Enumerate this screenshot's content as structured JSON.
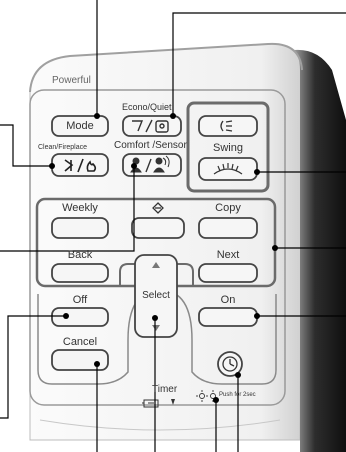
{
  "remote": {
    "brand_label": "Powerful",
    "mode_label": "Mode",
    "econo_quiet_label": "Econo/Quiet",
    "clean_fireplace_label": "Clean/Fireplace",
    "comfort_sensor_label": "Comfort /Sensor",
    "swing_label": "Swing",
    "weekly_label": "Weekly",
    "copy_label": "Copy",
    "back_label": "Back",
    "next_label": "Next",
    "select_label": "Select",
    "off_label": "Off",
    "on_label": "On",
    "cancel_label": "Cancel",
    "timer_label": "Timer",
    "push_label": "Push for 2sec"
  },
  "icons": {
    "fan_speed": "fan-speed-icon",
    "econo_quiet": "econo-quiet-icon",
    "clean_fireplace": "clean-fireplace-icon",
    "comfort_sensor": "comfort-sensor-icon",
    "swing_vertical": "vertical-swing-icon",
    "swing_horizontal": "horizontal-swing-icon",
    "program": "program-diamond-icon",
    "clock": "clock-icon",
    "battery": "battery-icon",
    "sun": "sun-icon"
  },
  "colors": {
    "body": "#f2f2f2",
    "panel_border": "#9a9a9a",
    "group_border": "#6b6b6b",
    "button_border": "#444444",
    "callout": "#000000"
  }
}
